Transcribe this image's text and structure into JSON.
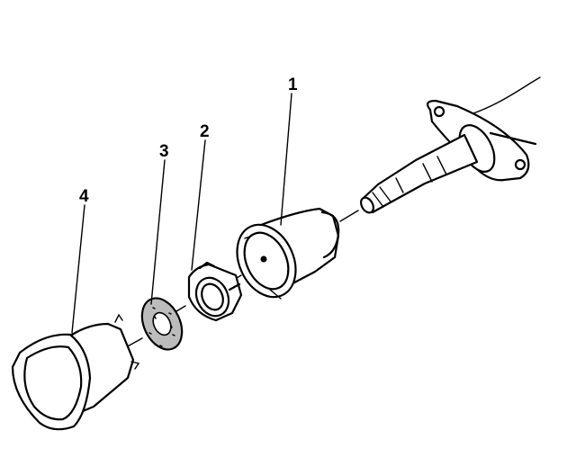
{
  "diagram": {
    "callouts": [
      {
        "id": "part-1",
        "label": "1"
      },
      {
        "id": "part-2",
        "label": "2"
      },
      {
        "id": "part-3",
        "label": "3"
      },
      {
        "id": "part-4",
        "label": "4"
      }
    ],
    "colors": {
      "ink": "#000000",
      "paper": "#ffffff"
    }
  }
}
